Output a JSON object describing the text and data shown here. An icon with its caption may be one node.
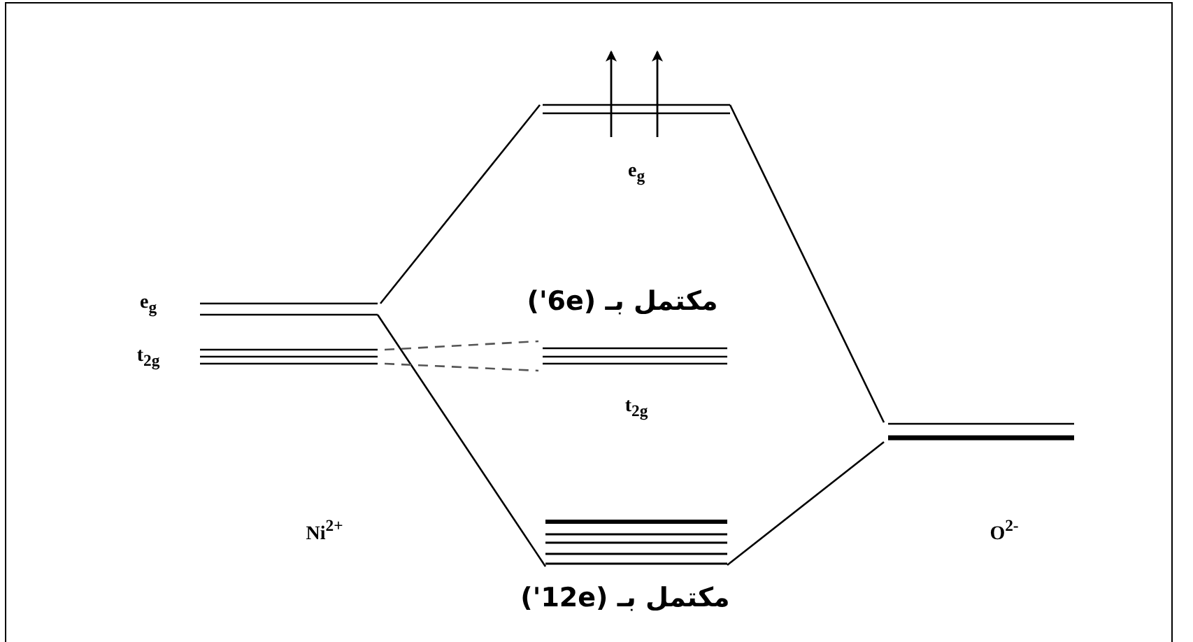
{
  "diagram": {
    "nodes": [
      {
        "text": [],
        "shape": "bar",
        "beside": [
          "e$_{g}$"
        ]
      },
      {
        "text": [],
        "shape": "bar",
        "beside": [
          "t$_{2g}$"
        ]
      },
      {
        "text": [],
        "shape": "bar",
        "beside": [
          "e$_{g}$"
        ]
      },
      {
        "text": [],
        "shape": "bar",
        "beside": [
          "t$_{2g}$",
          "مكتمل بـ (6e')"
        ]
      },
      {
        "text": [],
        "shape": "bar",
        "beside": [
          "مكتمل بـ (12e')"
        ]
      },
      {
        "text": [],
        "shape": "bar"
      }
    ],
    "edges": [
      {
        "from": 0,
        "to": 2,
        "arrow": "none"
      },
      {
        "from": 0,
        "to": 4,
        "arrow": "none"
      },
      {
        "from": 1,
        "to": 3,
        "arrow": "none",
        "style": "dashed",
        "color": "#555555"
      },
      {
        "from": 1,
        "to": 3,
        "arrow": "none",
        "style": "dashed",
        "color": "#555555"
      },
      {
        "from": 2,
        "to": 5,
        "arrow": "none"
      },
      {
        "from": 4,
        "to": 5,
        "arrow": "none"
      }
    ],
    "labels": [
      "Ni$^{2+}$",
      "O$^{2-}$"
    ]
  }
}
